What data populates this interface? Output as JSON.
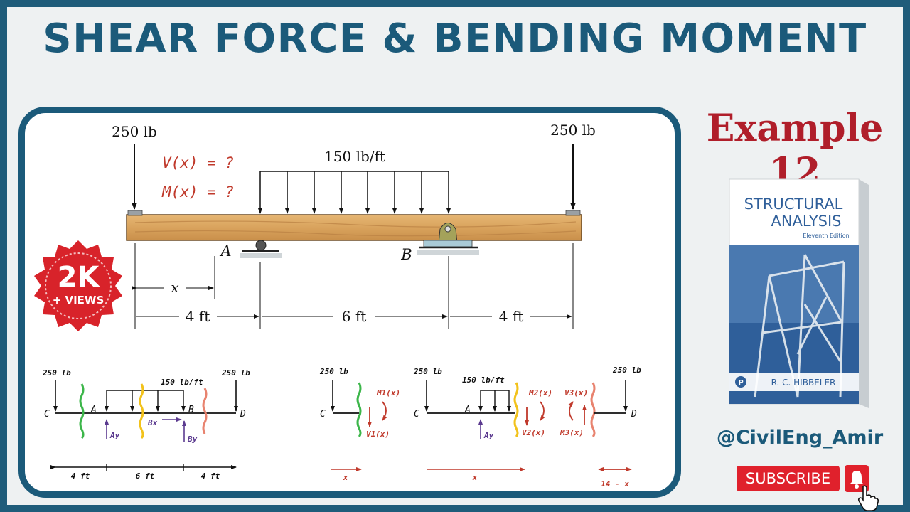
{
  "header": {
    "title": "SHEAR FORCE & BENDING MOMENT"
  },
  "side": {
    "example": "Example 12",
    "handle": "@CivilEng_Amir",
    "subscribe": "SUBSCRIBE"
  },
  "badge": {
    "big": "2K",
    "small": "+ VIEWS"
  },
  "book": {
    "line1": "STRUCTURAL",
    "line2": "ANALYSIS",
    "edition": "Eleventh Edition",
    "author": "R. C. HIBBELER",
    "logo": "P"
  },
  "beam": {
    "load_left": "250 lb",
    "load_right": "250 lb",
    "udl": "150 lb/ft",
    "q1": "V(x) = ?",
    "q2": "M(x) = ?",
    "support_a": "A",
    "support_b": "B",
    "x": "x",
    "dim1": "4 ft",
    "dim2": "6 ft",
    "dim3": "4 ft"
  },
  "sketch1": {
    "load_l": "250 lb",
    "load_r": "250 lb",
    "udl": "150 lb/ft",
    "c": "C",
    "a": "A",
    "b": "B",
    "d": "D",
    "ay": "Ay",
    "bx": "Bx",
    "by": "By",
    "d1": "4 ft",
    "d2": "6 ft",
    "d3": "4 ft"
  },
  "sketch2": {
    "load": "250 lb",
    "c": "C",
    "m": "M1(x)",
    "v": "V1(x)",
    "x": "x"
  },
  "sketch3": {
    "load_l": "250 lb",
    "udl": "150 lb/ft",
    "c": "C",
    "a": "A",
    "ay": "Ay",
    "m2": "M2(x)",
    "v2": "V2(x)",
    "x": "x"
  },
  "sketch4": {
    "load": "250 lb",
    "d": "D",
    "v3": "V3(x)",
    "m3": "M3(x)",
    "x": "14 - x"
  },
  "colors": {
    "brand": "#1b5a7a",
    "accent_red": "#b01e2a",
    "sketch_red": "#c0392b",
    "sketch_purple": "#5b3a8f"
  }
}
